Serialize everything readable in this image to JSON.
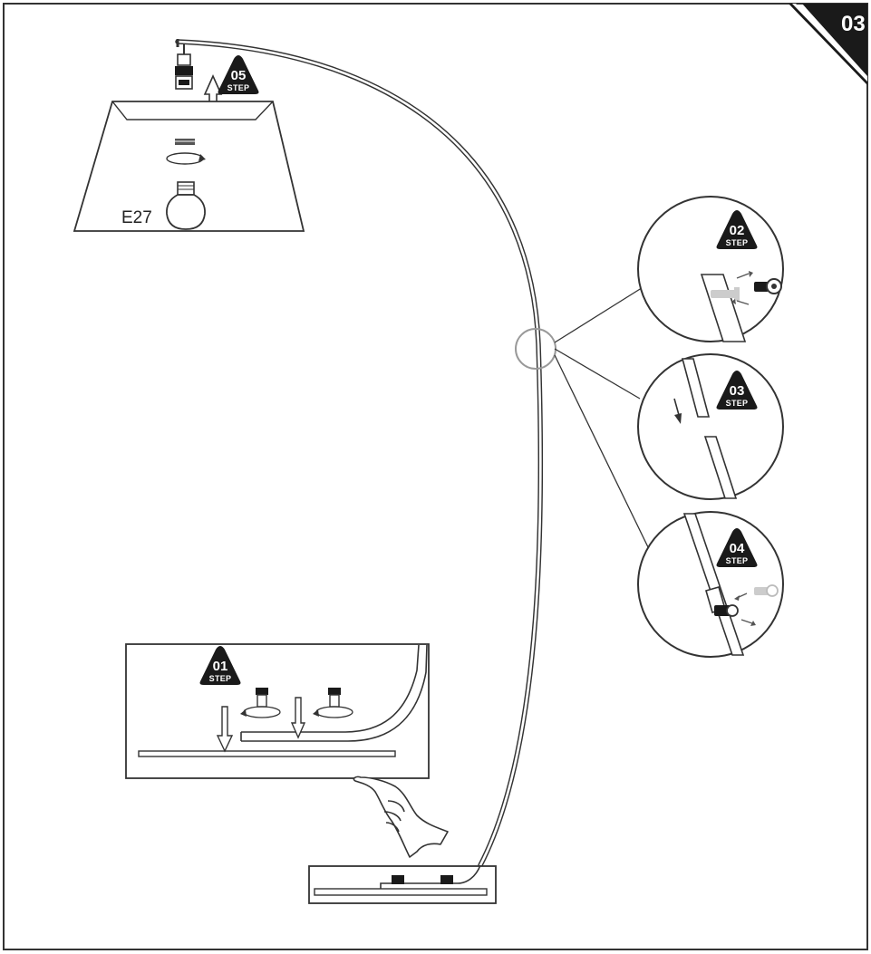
{
  "page": {
    "number": "03"
  },
  "step_word": "STEP",
  "steps": [
    {
      "number": "01"
    },
    {
      "number": "02"
    },
    {
      "number": "03"
    },
    {
      "number": "04"
    },
    {
      "number": "05"
    }
  ],
  "lamp_shade": {
    "bulb_label": "E27"
  },
  "colors": {
    "ink": "#1a1a1a",
    "line": "#333333",
    "paper": "#ffffff",
    "light_gray": "#bbbbbb"
  }
}
